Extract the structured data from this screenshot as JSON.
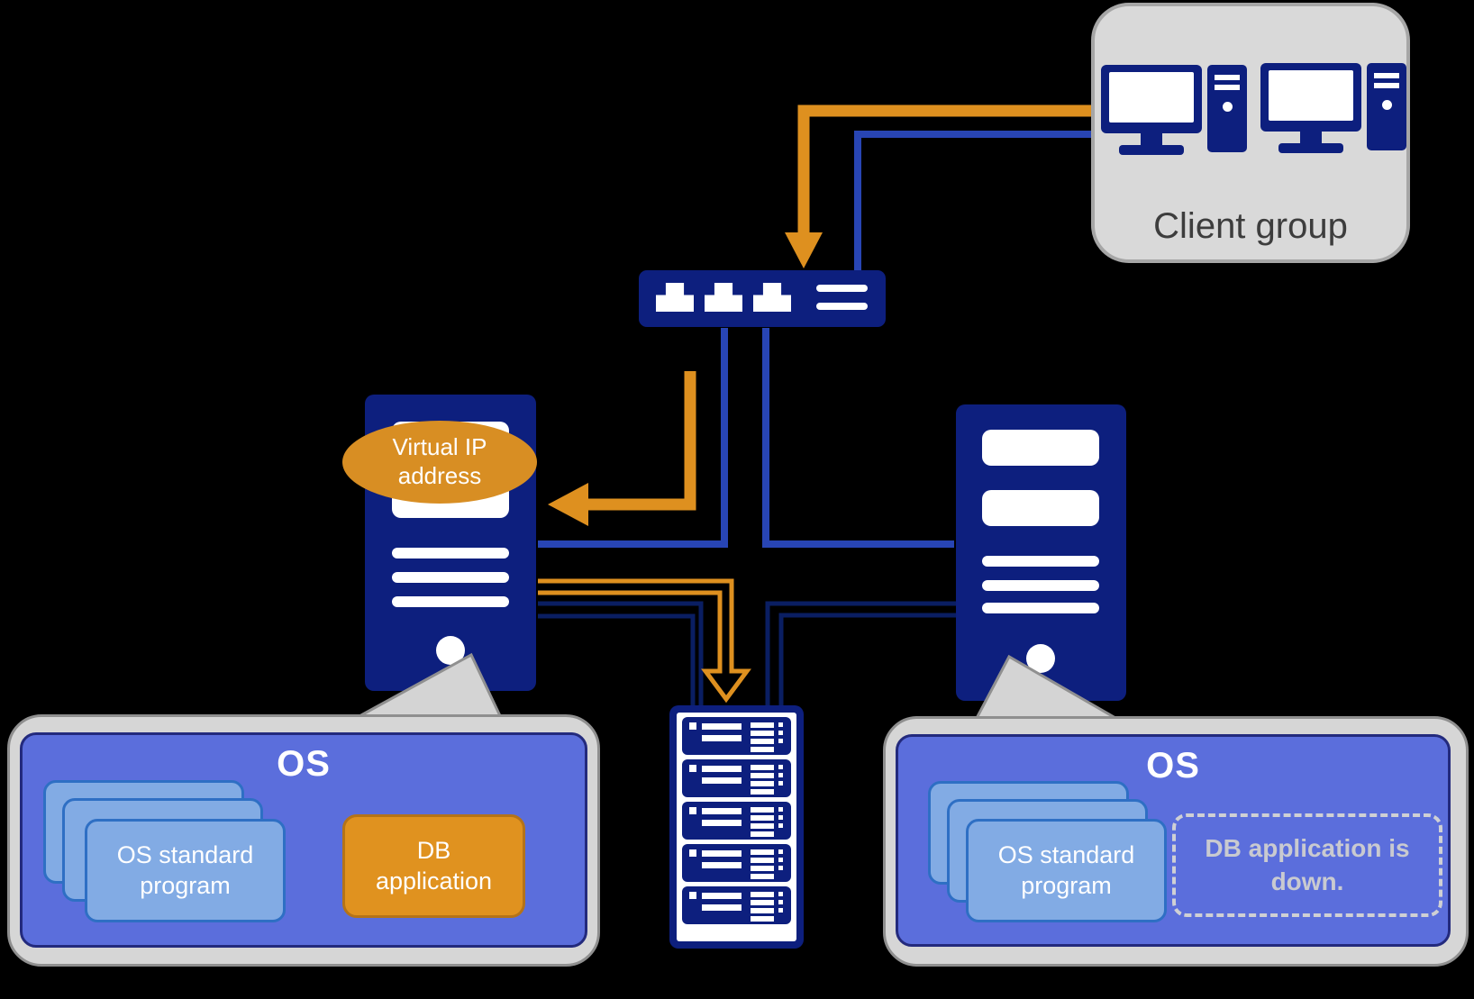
{
  "client_group": {
    "label": "Client group"
  },
  "virtual_ip": {
    "label": "Virtual IP address"
  },
  "os_box_left": {
    "title": "OS",
    "program_label": "OS standard program",
    "db_label": "DB application"
  },
  "os_box_right": {
    "title": "OS",
    "program_label": "OS standard program",
    "db_status": "DB application is down."
  },
  "icons": {
    "client": "desktop-computer-icon",
    "network": "switch-icon",
    "servers": "server-tower-icon",
    "storage": "storage-rack-icon"
  },
  "colors": {
    "navy_fill": "#0d1f7e",
    "royal_blue_line": "#2845b4",
    "dark_navy_line": "#0a1e62",
    "orange_accent": "#de901f",
    "orange_ellipse": "#d88e23",
    "os_panel_purple": "#5b6edc",
    "program_card_blue": "#82abe4",
    "card_border_blue": "#2e6fc4",
    "callout_gray": "#d6d6d6",
    "db_app_orange": "#e0921f",
    "down_text_gray": "#c9cad0",
    "background": "#000000"
  }
}
